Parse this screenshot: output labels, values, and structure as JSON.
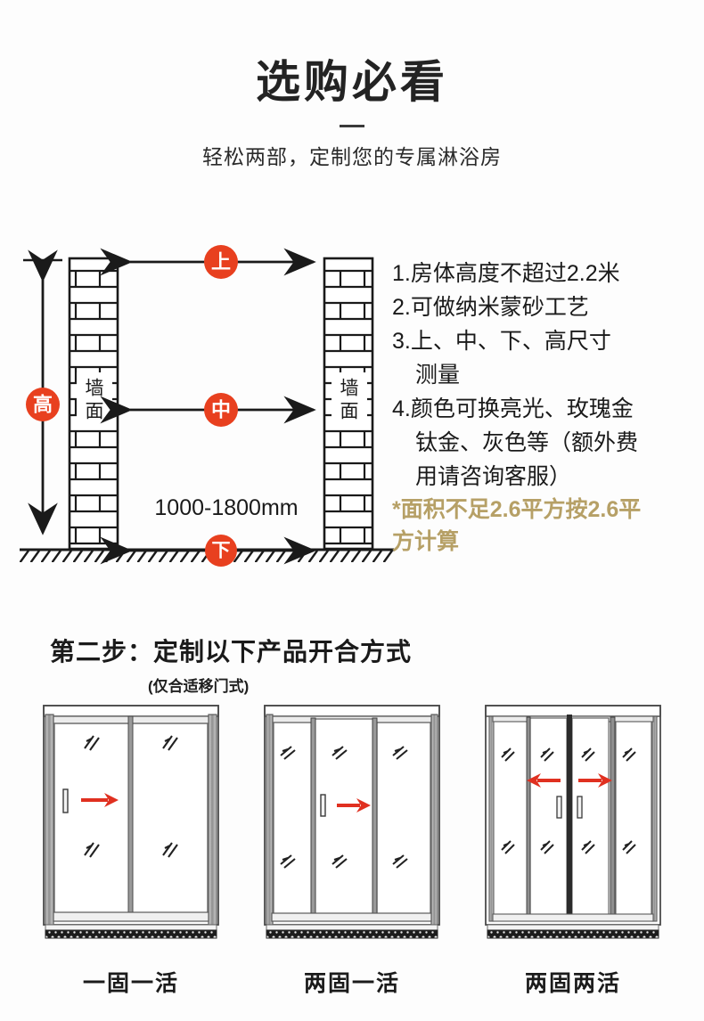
{
  "header": {
    "title": "选购必看",
    "subtitle": "轻松两部，定制您的专属淋浴房"
  },
  "diagram": {
    "badges": {
      "top": "上",
      "middle": "中",
      "bottom": "下",
      "height": "高"
    },
    "wall_label_left": "墙面",
    "wall_label_right": "墙面",
    "width_range": "1000-1800mm",
    "badge_color": "#e8401f",
    "line_color": "#1a1a1a"
  },
  "specs": {
    "items": [
      "1.房体高度不超过2.2米",
      "2.可做纳米蒙砂工艺",
      "3.上、中、下、高尺寸",
      "测量",
      "4.颜色可换亮光、玫瑰金",
      "钛金、灰色等（额外费",
      "用请咨询客服）"
    ],
    "note_lines": [
      "*面积不足2.6平方按2.6平",
      "方计算"
    ],
    "note_color": "#b6a066"
  },
  "step2": {
    "title": "第二步：定制以下产品开合方式",
    "subtitle": "(仅合适移门式)"
  },
  "doors": [
    {
      "label": "一固一活",
      "panels": 2,
      "handles": 1,
      "arrows": "right"
    },
    {
      "label": "两固一活",
      "panels": 3,
      "handles": 1,
      "arrows": "right"
    },
    {
      "label": "两固两活",
      "panels": 4,
      "handles": 2,
      "arrows": "both"
    }
  ],
  "colors": {
    "accent_red": "#e8401f",
    "arrow_red": "#e03020",
    "gold": "#b6a066",
    "ink": "#1a1a1a",
    "frame": "#8e8e8e"
  }
}
